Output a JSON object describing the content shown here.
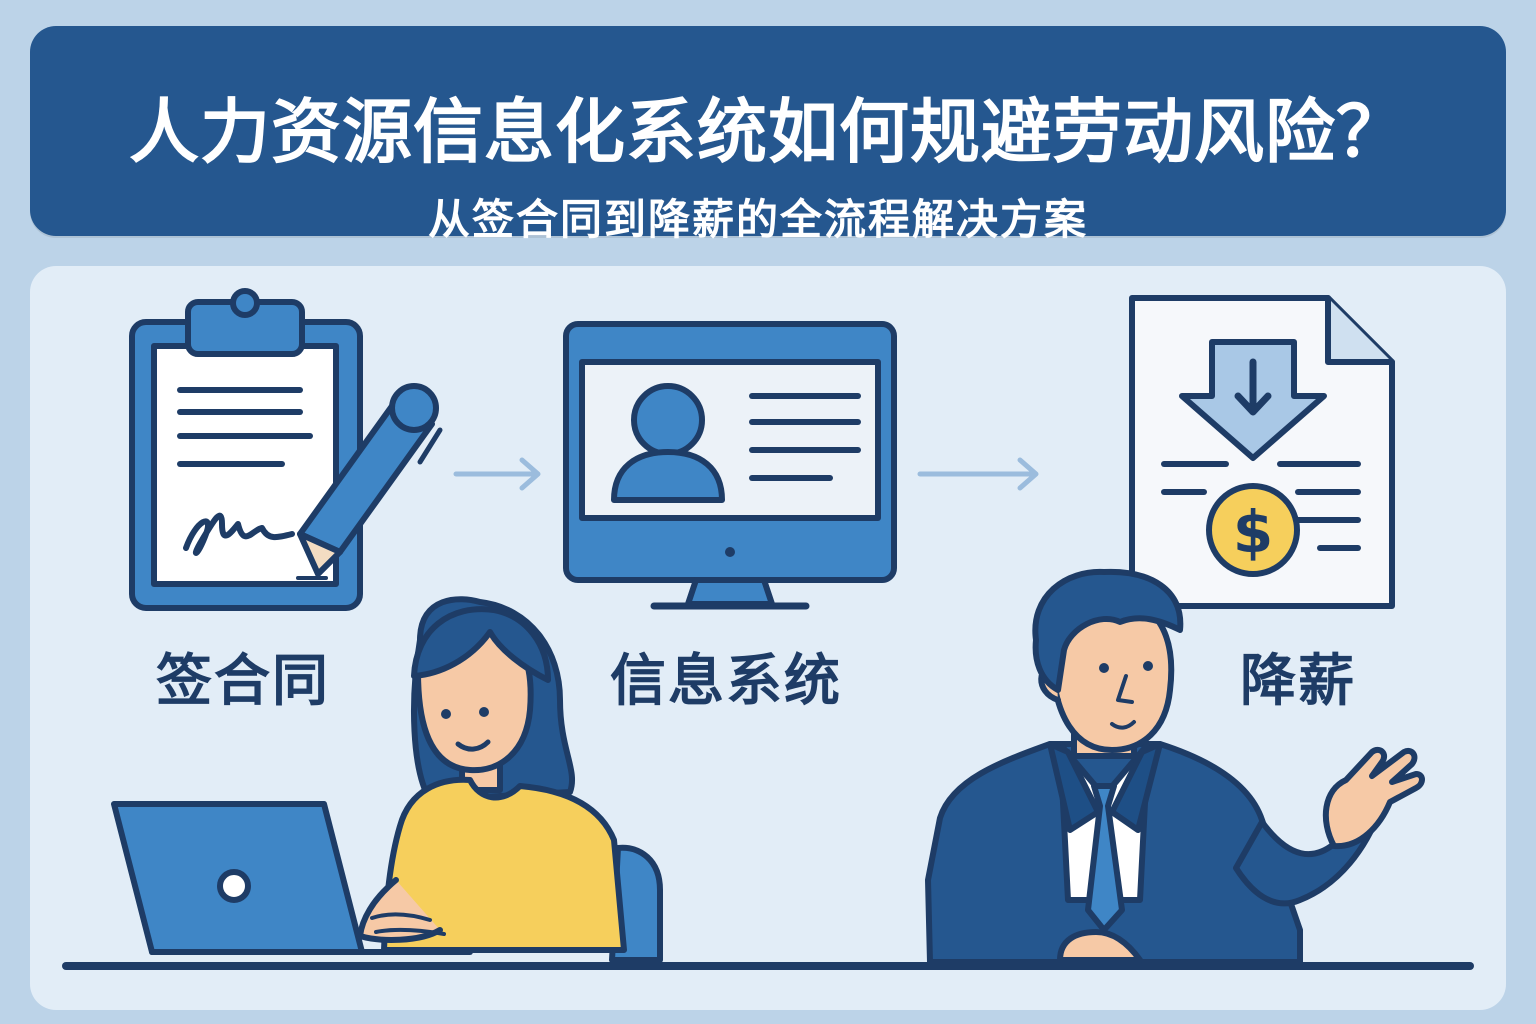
{
  "header": {
    "title": "人力资源信息化系统如何规避劳动风险？",
    "subtitle": "从签合同到降薪的全流程解决方案"
  },
  "steps": [
    {
      "label": "签合同",
      "icon": "clipboard-contract-icon"
    },
    {
      "label": "信息系统",
      "icon": "monitor-profile-icon"
    },
    {
      "label": "降薪",
      "icon": "salary-decrease-document-icon"
    }
  ],
  "colors": {
    "navy": "#25578f",
    "outline": "#1e3c66",
    "blue": "#3f86c6",
    "light_panel": "#e2edf7",
    "background": "#bcd3e8",
    "yellow": "#f6cf5c",
    "skin": "#f6c9a6"
  },
  "coin_symbol": "$"
}
